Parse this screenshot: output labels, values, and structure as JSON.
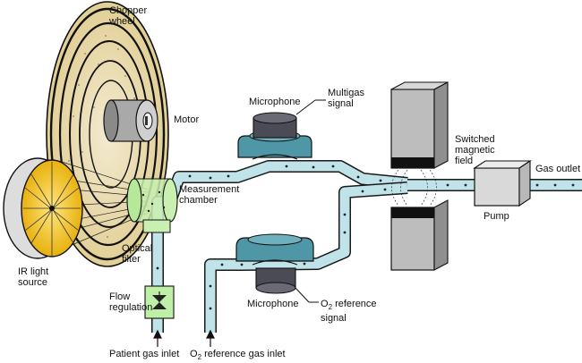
{
  "labels": {
    "chopper_wheel": "Chopper\nwheel",
    "motor": "Motor",
    "measurement_chamber": "Measurement\nchamber",
    "optical_filter": "Optical\nfilter",
    "ir_light_source": "IR light\nsource",
    "flow_regulation": "Flow\nregulation",
    "patient_gas_inlet": "Patient gas inlet",
    "o2_ref_gas_inlet_prefix": "O",
    "o2_ref_gas_inlet_sub": "2",
    "o2_ref_gas_inlet_suffix": " reference gas inlet",
    "microphone_top": "Microphone",
    "multigas_signal": "Multigas\nsignal",
    "switched_magnetic_field": "Switched\nmagnetic\nfield",
    "gas_outlet": "Gas outlet",
    "pump": "Pump",
    "microphone_bottom": "Microphone",
    "o2_ref_signal_prefix": "O",
    "o2_ref_signal_sub": "2",
    "o2_ref_signal_suffix": " reference",
    "o2_ref_signal_line2": "signal"
  },
  "colors": {
    "tube": "#bfe3e8",
    "tube_edge": "#1a1a1a",
    "chopper_fill": "#e8d9a8",
    "lamp_yellow": "#f2c51c",
    "chamber_green": "#c9f0b0",
    "microphone_teal": "#4f96a6",
    "microphone_dark": "#4b4b55",
    "magnet_gray": "#bdbdbd",
    "pump_gray": "#d9d9d9"
  }
}
